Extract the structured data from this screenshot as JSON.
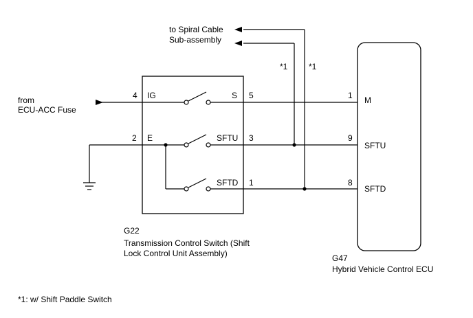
{
  "colors": {
    "line": "#000000",
    "background": "#ffffff"
  },
  "spiral_cable": {
    "line1": "to Spiral Cable",
    "line2": "Sub-assembly"
  },
  "from_label": {
    "line1": "from",
    "line2": "ECU-ACC Fuse"
  },
  "footnote_marks": {
    "a": "*1",
    "b": "*1"
  },
  "switch": {
    "id": "G22",
    "name_line1": "Transmission Control Switch (Shift",
    "name_line2": "Lock Control Unit Assembly)",
    "terminals": {
      "ig": "IG",
      "e": "E",
      "s": "S",
      "sftu": "SFTU",
      "sftd": "SFTD"
    },
    "pins": {
      "ig": "4",
      "e": "2",
      "s": "5",
      "sftu": "3",
      "sftd": "1"
    }
  },
  "ecu": {
    "id": "G47",
    "name": "Hybrid Vehicle Control ECU",
    "terminals": {
      "m": "M",
      "sftu": "SFTU",
      "sftd": "SFTD"
    },
    "pins": {
      "m": "1",
      "sftu": "9",
      "sftd": "8"
    }
  },
  "footnote": "*1: w/ Shift Paddle Switch"
}
